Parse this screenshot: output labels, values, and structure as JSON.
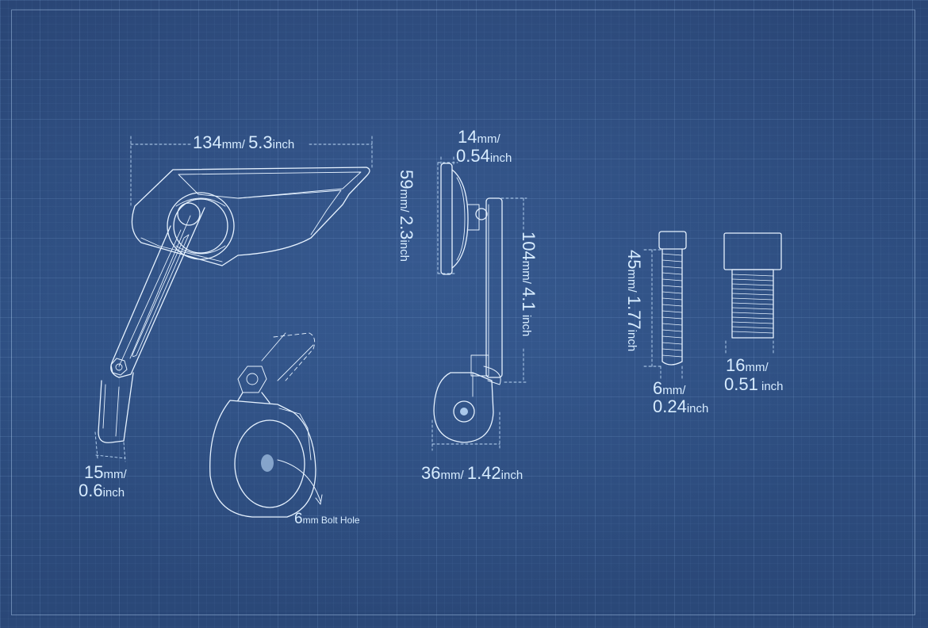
{
  "colors": {
    "background": "#2b4a7a",
    "line": "#e6f2ff",
    "label": "#d7ecff"
  },
  "dimensions": {
    "width": {
      "value": "134",
      "unit": "mm",
      "sep": "/ ",
      "value2": "5.3",
      "unit2": "inch"
    },
    "depth": {
      "value": "14",
      "unit": "mm",
      "sep": "/",
      "value2": "0.54",
      "unit2": "inch"
    },
    "height": {
      "value": "59",
      "unit": "mm",
      "sep": "/ ",
      "value2": "2.3",
      "unit2": "inch"
    },
    "arm": {
      "value": "104",
      "unit": "mm",
      "sep": "/ ",
      "value2": "4.1",
      "unit2": " inch"
    },
    "clamp_width": {
      "value": "36",
      "unit": "mm",
      "sep": "/ ",
      "value2": "1.42",
      "unit2": "inch"
    },
    "clamp_thickness": {
      "value": "15",
      "unit": "mm",
      "sep": "/",
      "value2": "0.6",
      "unit2": "inch"
    },
    "bolt_hole": {
      "value": "6",
      "unit": "mm",
      "text": " Bolt Hole"
    },
    "bolt_length": {
      "value": "45",
      "unit": "mm",
      "sep": "/ ",
      "value2": "1.77",
      "unit2": "inch"
    },
    "bolt_diameter": {
      "value": "6",
      "unit": "mm",
      "sep": "/",
      "value2": "0.24",
      "unit2": "inch"
    },
    "nut_diameter": {
      "value": "16",
      "unit": "mm",
      "sep": "/",
      "value2": "0.51",
      "unit2": " inch"
    }
  }
}
